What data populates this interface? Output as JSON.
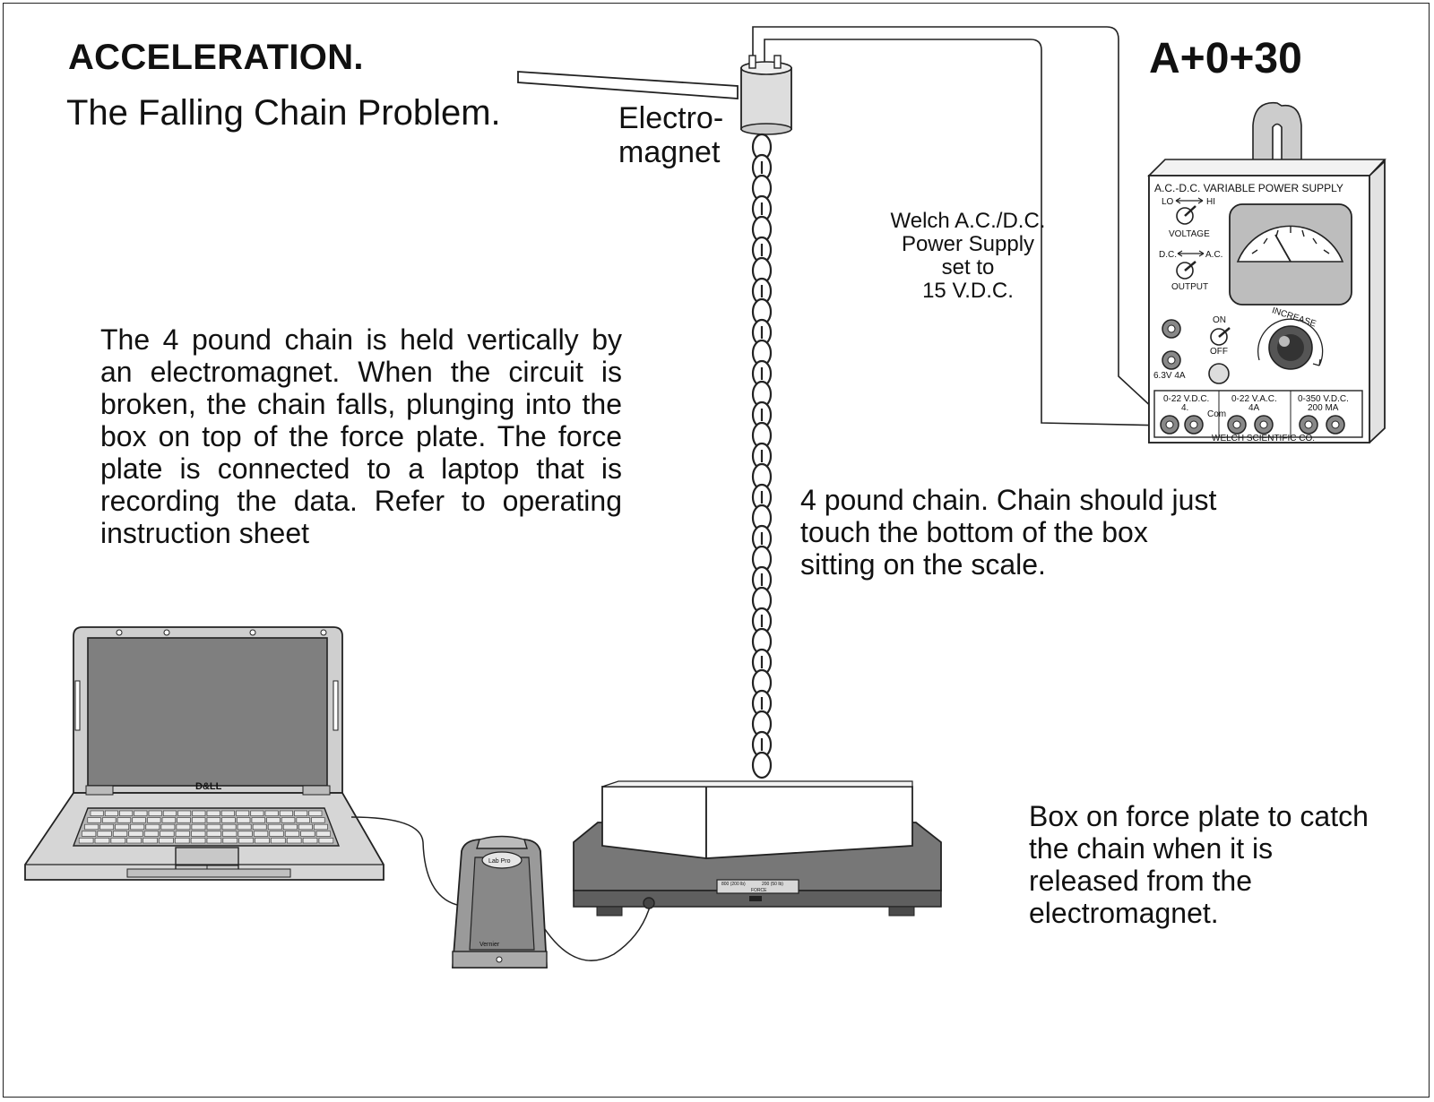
{
  "header": {
    "title": "ACCELERATION.",
    "subtitle": "The Falling Chain Problem.",
    "code": "A+0+30"
  },
  "labels": {
    "electromagnet_line1": "Electro-",
    "electromagnet_line2": "magnet",
    "supply_line1": "Welch A.C./D.C.",
    "supply_line2": "Power Supply",
    "supply_line3": "set to",
    "supply_line4": "15 V.D.C.",
    "description": "The 4 pound chain is held vertically by an electromagnet.  When the circuit is broken, the chain falls, plunging into the box on top of the force plate.  The force plate is connected to a laptop that is recording the data.  Refer to operating instruction sheet",
    "chain_note": "4 pound chain.  Chain should just touch the bottom of the box sitting on the scale.",
    "box_note": "Box on force plate to catch the chain when it is released from the electromagnet."
  },
  "power_supply": {
    "title": "A.C.-D.C. VARIABLE POWER SUPPLY",
    "lo": "LO",
    "hi": "HI",
    "voltage": "VOLTAGE",
    "dc": "D.C.",
    "ac": "A.C.",
    "output": "OUTPUT",
    "on": "ON",
    "off": "OFF",
    "increase": "INCREASE",
    "rating": "6.3V  4A",
    "range1": "0-22 V.D.C.",
    "range1_sub": "4.",
    "range2": "0-22 V.A.C.",
    "range2_sub": "4A",
    "range3": "0-350 V.D.C.",
    "range3_sub": "200 MA",
    "com": "Com",
    "brand": "WELCH SCIENTIFIC CO."
  },
  "laptop": {
    "brand": "D&LL"
  },
  "interface": {
    "label": "Lab Pro",
    "brand": "Vernier"
  },
  "force_plate": {
    "range1": "800 (200 lb)",
    "range2": "200 (50 lb)",
    "label": "FORCE"
  }
}
